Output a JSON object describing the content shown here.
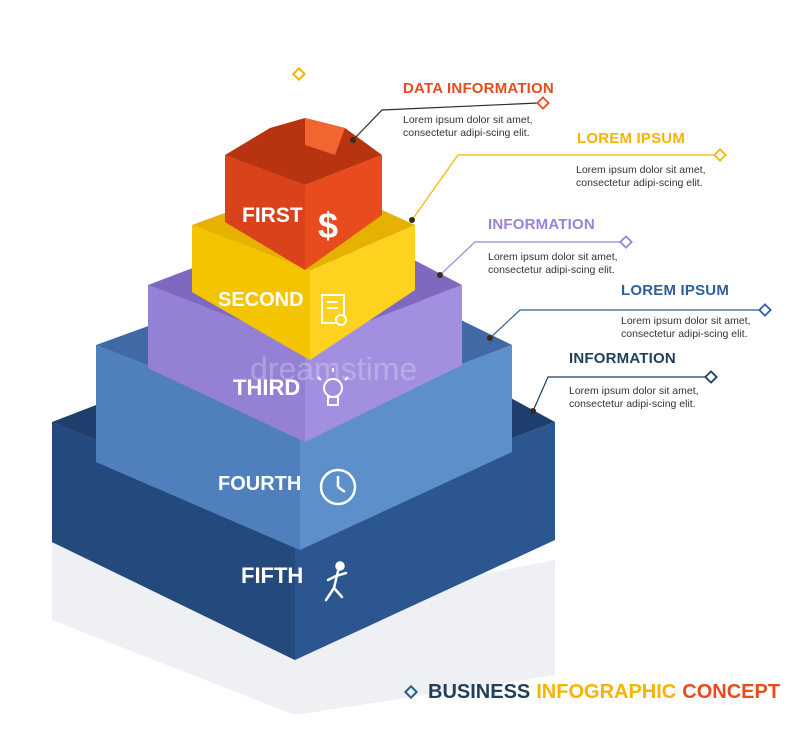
{
  "tiers": [
    {
      "label": "FIRST",
      "icon": "dollar-icon",
      "color": "#e84c1e"
    },
    {
      "label": "SECOND",
      "icon": "certificate-icon",
      "color": "#ffd21f"
    },
    {
      "label": "THIRD",
      "icon": "lightbulb-icon",
      "color": "#a38fe0"
    },
    {
      "label": "FOURTH",
      "icon": "clock-icon",
      "color": "#5d8fcb"
    },
    {
      "label": "FIFTH",
      "icon": "runner-icon",
      "color": "#2c5690"
    }
  ],
  "callouts": [
    {
      "title": "DATA INFORMATION",
      "color": "#e84c1e",
      "line1": "Lorem ipsum dolor sit amet,",
      "line2": "consectetur adipi-scing elit."
    },
    {
      "title": "LOREM IPSUM",
      "color": "#f5b400",
      "line1": "Lorem ipsum dolor sit amet,",
      "line2": "consectetur adipi-scing elit."
    },
    {
      "title": "INFORMATION",
      "color": "#9b82d8",
      "line1": "Lorem ipsum dolor sit amet,",
      "line2": "consectetur adipi-scing elit."
    },
    {
      "title": "LOREM IPSUM",
      "color": "#2d5f9e",
      "line1": "Lorem ipsum dolor sit amet,",
      "line2": "consectetur adipi-scing elit."
    },
    {
      "title": "INFORMATION",
      "color": "#1f3f5a",
      "line1": "Lorem ipsum dolor sit amet,",
      "line2": "consectetur adipi-scing elit."
    }
  ],
  "footer": {
    "word1": "BUSINESS",
    "word2": "INFOGRAPHIC",
    "word3": "CONCEPT",
    "color1": "#1f3f5a",
    "color2": "#f5b400",
    "color3": "#e84c1e"
  },
  "watermark": "dreamstime"
}
